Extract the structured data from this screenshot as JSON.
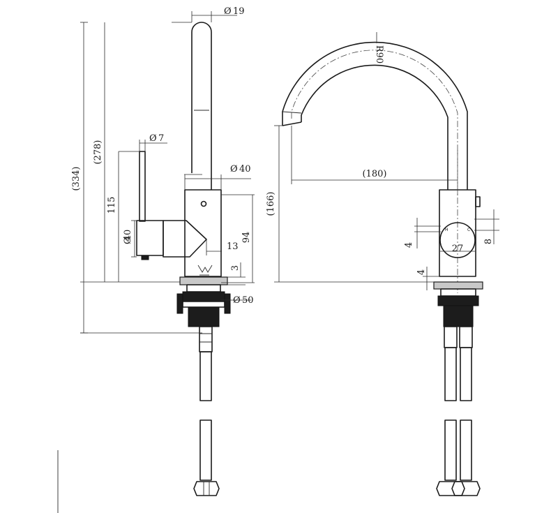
{
  "dimensions": {
    "spout_diameter": "19",
    "lever_diameter": "7",
    "body_diameter": "40",
    "overall_height": "(334)",
    "spout_height": "(278)",
    "lever_height": "115",
    "handle_diameter": "40",
    "handle_offset": "13",
    "body_height": "94",
    "base_thickness": "3",
    "base_diameter": "50",
    "spout_radius": "R90",
    "spout_reach": "(180)",
    "outlet_height": "(166)",
    "indicator_offset_left": "4",
    "indicator_offset_right": "8",
    "dial_diameter": "27",
    "base_gap": "4"
  },
  "symbols": {
    "diameter_symbol": "Ø",
    "hot_mark": "H",
    "cold_mark": "C"
  },
  "views": [
    "side-view",
    "front-view"
  ]
}
